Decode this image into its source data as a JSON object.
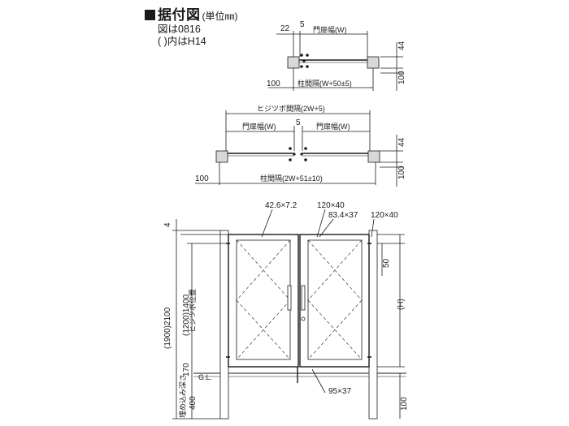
{
  "title": {
    "square": "■",
    "main": "据付図",
    "unit": "(単位㎜)"
  },
  "notes": [
    "図は0816",
    "( )内はH14"
  ],
  "plan_single": {
    "top_22": "22",
    "top_5": "5",
    "door_width": "門扉幅(W)",
    "right_44": "44",
    "right_100": "100",
    "left_100": "100",
    "post_spacing": "柱間隔(W+50±5)"
  },
  "plan_double": {
    "hinge_spacing": "ヒジツボ間隔(2W+5)",
    "door_width_left": "門扉幅(W)",
    "center_5": "5",
    "door_width_right": "門扉幅(W)",
    "right_44": "44",
    "right_100": "100",
    "left_100": "100",
    "post_spacing": "柱間隔(2W+51±10)"
  },
  "elevation": {
    "lbl_bars": "42.6×7.2",
    "lbl_post_a": "120×40",
    "lbl_frame": "83.4×37",
    "lbl_post_b": "120×40",
    "top_4": "4",
    "total_height": "(1900)2100",
    "hinge_height": "(1200)1400",
    "hinge_pos_label": "ヒジツボ位置",
    "r_50": "50",
    "r_h": "(H)",
    "gl": "G.L.",
    "bottom_170": "170",
    "bottom_400": "400",
    "embed_label": "埋め込み深さ",
    "lbl_bottom_bar": "95×37",
    "r_100": "100"
  }
}
